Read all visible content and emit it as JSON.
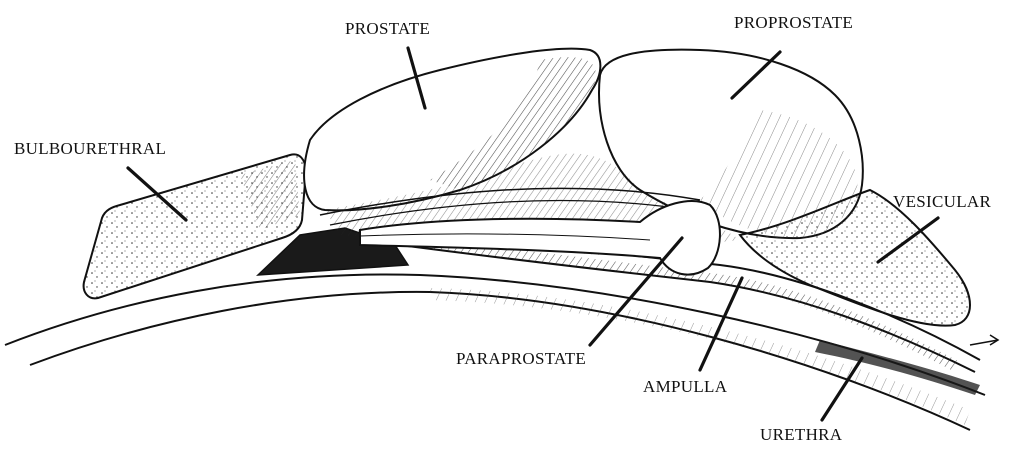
{
  "labels": {
    "prostate": "PROSTATE",
    "proprostate": "PROPROSTATE",
    "bulbourethral": "BULBOURETHRAL",
    "vesicular": "VESICULAR",
    "paraprostate": "PARAPROSTATE",
    "ampulla": "AMPULLA",
    "urethra": "URETHRA"
  },
  "colors": {
    "ink": "#111111",
    "paper": "#ffffff",
    "dark_fill": "#1a1a1a"
  }
}
